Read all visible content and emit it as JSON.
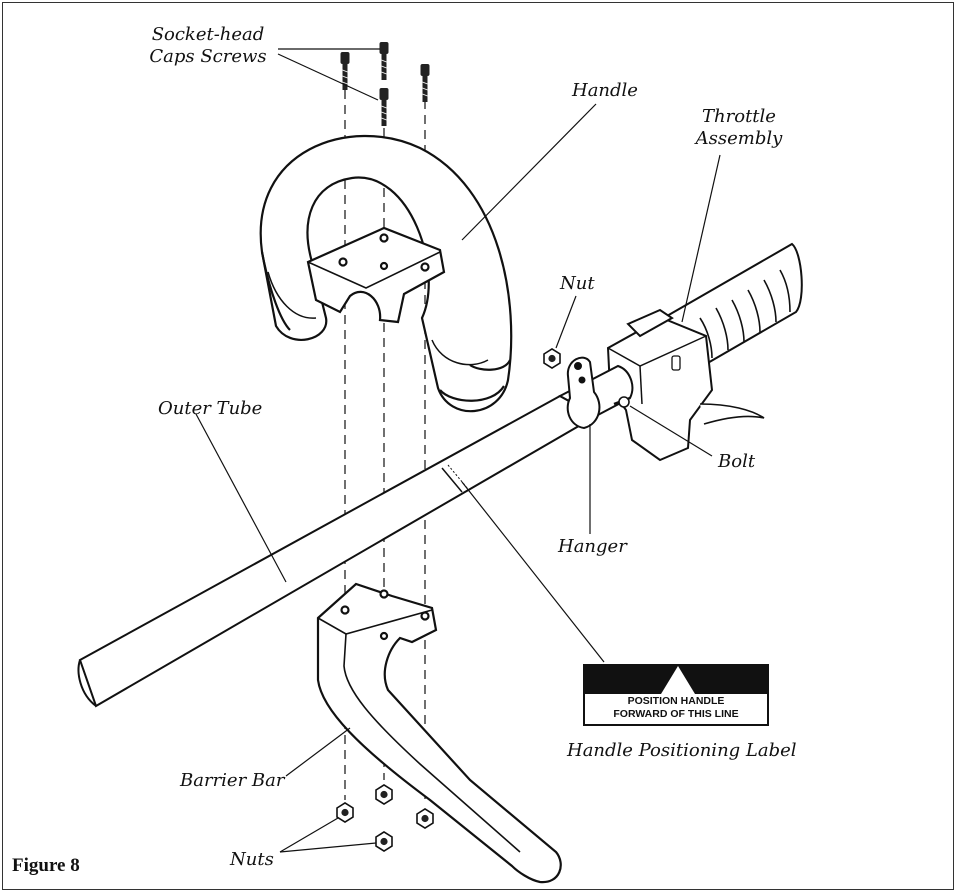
{
  "figure": {
    "caption": "Figure 8"
  },
  "callouts": {
    "socket_head_line1": "Socket-head",
    "socket_head_line2": "Caps Screws",
    "handle": "Handle",
    "throttle_line1": "Throttle",
    "throttle_line2": "Assembly",
    "nut": "Nut",
    "outer_tube": "Outer Tube",
    "bolt": "Bolt",
    "hanger": "Hanger",
    "handle_positioning_label": "Handle Positioning Label",
    "barrier_bar": "Barrier Bar",
    "nuts": "Nuts"
  },
  "position_label": {
    "line1": "POSITION HANDLE",
    "line2": "FORWARD OF THIS LINE"
  },
  "colors": {
    "ink": "#111111",
    "background": "#ffffff"
  }
}
